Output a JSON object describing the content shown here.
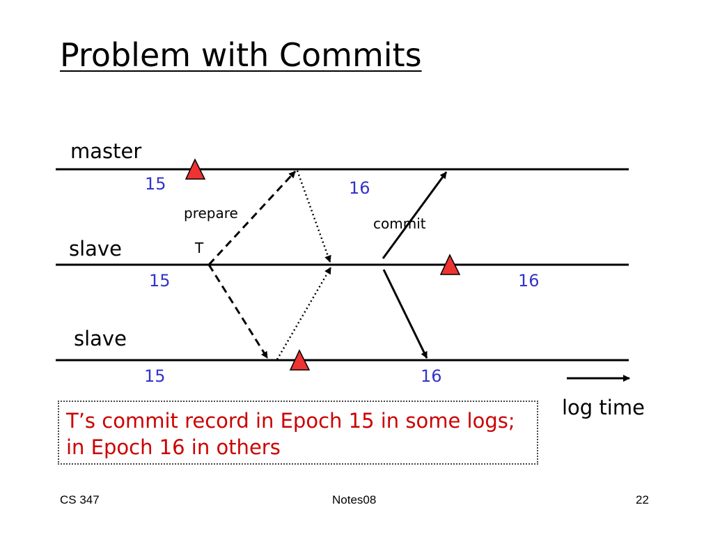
{
  "title": "Problem with Commits",
  "lanes": {
    "master": "master",
    "slave_1": "slave",
    "slave_2": "slave"
  },
  "epochs": {
    "master_before": "15",
    "master_after": "16",
    "slave1_before": "15",
    "slave1_after": "16",
    "slave2_before": "15",
    "slave2_after": "16"
  },
  "messages": {
    "prepare": "prepare",
    "transaction": "T",
    "commit": "commit"
  },
  "axis_label": "log time",
  "caption": {
    "line1": "T’s commit record in Epoch 15 in some logs;",
    "line2": "in Epoch 16 in others"
  },
  "footer": {
    "left": "CS 347",
    "center": "Notes08",
    "right": "22"
  },
  "colors": {
    "epoch_number": "#3333cc",
    "caption_text": "#cc0000",
    "epoch_marker": "#ee3333"
  }
}
